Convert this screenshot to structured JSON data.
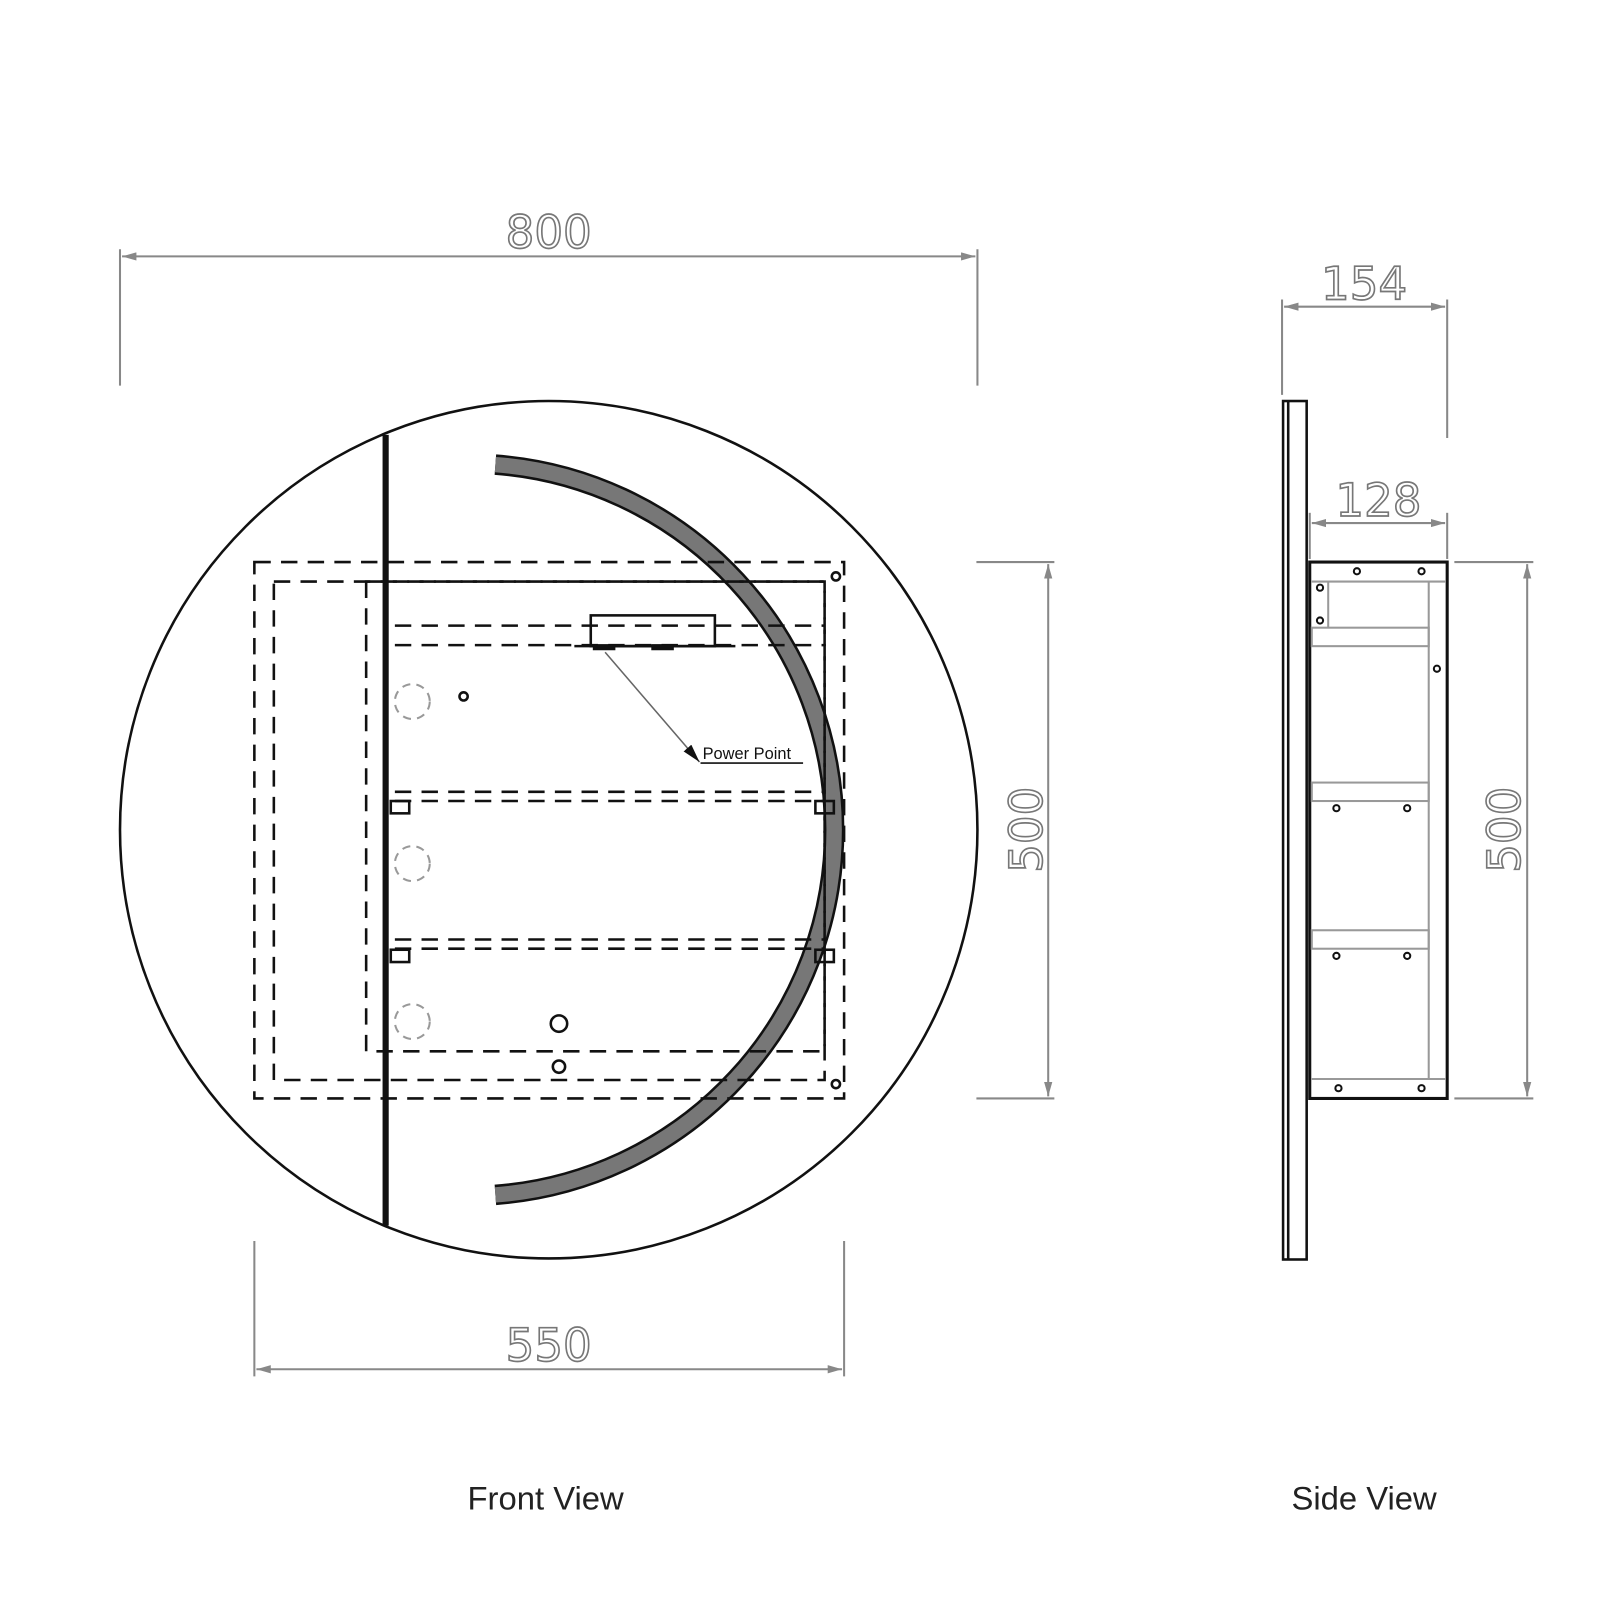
{
  "front_view": {
    "label": "Front View",
    "width_dim": "800",
    "cabinet_width_dim": "550",
    "cabinet_height_dim": "500",
    "callout": "Power Point"
  },
  "side_view": {
    "label": "Side View",
    "depth_dim": "154",
    "cabinet_depth_dim": "128",
    "cabinet_height_dim": "500"
  },
  "colors": {
    "line": "#111111",
    "dimension": "#888888",
    "light_strip": "#777777"
  }
}
